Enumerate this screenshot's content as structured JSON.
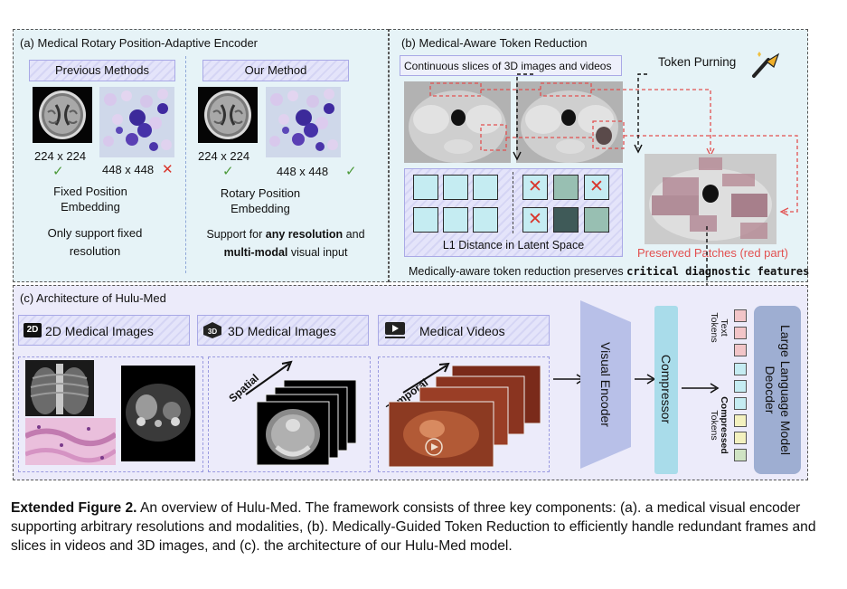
{
  "panel_a": {
    "title": "(a) Medical Rotary Position-Adaptive Encoder",
    "prev_header": "Previous Methods",
    "our_header": "Our Method",
    "prev_size1": "224 x 224",
    "prev_size2": "448 x 448",
    "prev_label_line1": "Fixed Position",
    "prev_label_line2": "Embedding",
    "prev_note_line1": "Only support fixed",
    "prev_note_line2": "resolution",
    "our_size1": "224 x 224",
    "our_size2": "448 x 448",
    "our_label_line1": "Rotary Position",
    "our_label_line2": "Embedding",
    "our_note_pre": "Support for ",
    "our_note_bold1": "any resolution",
    "our_note_mid": " and",
    "our_note_bold2": "multi-modal",
    "our_note_post": " visual input",
    "check_glyph": "✓",
    "cross_glyph": "✕"
  },
  "panel_b": {
    "title": "(b) Medical-Aware Token Reduction",
    "slices_label": "Continuous slices of 3D images and videos",
    "token_pruning": "Token Purning",
    "latent_label": "L1 Distance in Latent Space",
    "preserved_label": "Preserved Patches (red part)",
    "bottom_pre": "Medically-aware token reduction preserves ",
    "bottom_bold": "critical diagnostic features"
  },
  "panel_c": {
    "title": "(c) Architecture of Hulu-Med",
    "mod_2d": "2D Medical Images",
    "mod_3d": "3D Medical Images",
    "mod_video": "Medical Videos",
    "icon_2d": "2D",
    "icon_3d": "3D",
    "spatial": "Spatial",
    "temporal": "Temporal",
    "visual_encoder": "Visual Encoder",
    "compressor": "Compressor",
    "text_tokens_line1": "Text",
    "text_tokens_line2": "Tokens",
    "comp_tokens_line1": "Compressed",
    "comp_tokens_line2": "Tokens",
    "llm_line1": "Large Language Model",
    "llm_line2": "Deocder"
  },
  "caption": {
    "bold": "Extended Figure 2.",
    "text": " An overview of Hulu-Med. The framework consists of three key components: (a). a medical visual encoder supporting arbitrary resolutions and modalities, (b). Medically-Guided Token Reduction to efficiently handle redundant frames and slices in videos and 3D images, and (c). the architecture of our Hulu-Med model."
  },
  "colors": {
    "panel_bg": "#e6f3f7",
    "panel_c_bg": "#ecebfa",
    "token_cyan": "#c5ecf2",
    "token_teal": "#98bfb2",
    "token_dark": "#3f5a58",
    "token_pink": "#f2c5c8",
    "token_yellow": "#f3f1bf",
    "token_green": "#cfe3c4",
    "llm_box": "#9eaed2",
    "compressor": "#a9dcea",
    "encoder": "#b8c0e8",
    "red_dashed": "#e25050"
  }
}
